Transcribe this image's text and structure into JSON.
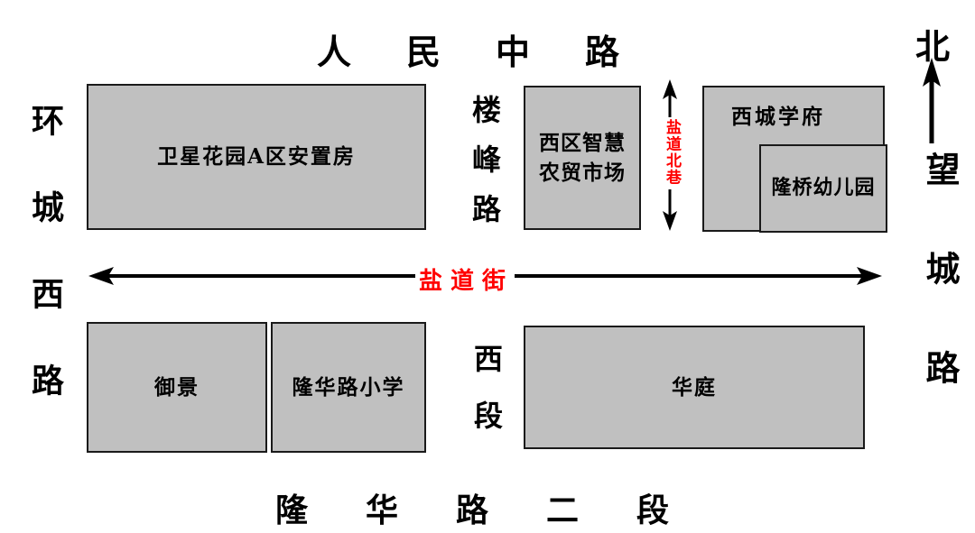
{
  "compass": {
    "north_label": "北"
  },
  "roads": {
    "renmin_middle_road": "人民中路",
    "huancheng_west_road": "环城西路",
    "wangcheng_road": "望城路",
    "loufeng_road": "楼峰路",
    "west_section": "西段",
    "yandao_street": "盐道街",
    "yandao_north_lane": "盐道北巷",
    "longhua_road_section2": "隆华路二段"
  },
  "buildings": {
    "weixing_resettlement": "卫星花园A区安置房",
    "smart_market": "西区智慧农贸市场",
    "xicheng_xuefu": "西城学府",
    "longqiao_kindergarten": "隆桥幼儿园",
    "yujing": "御景",
    "longhua_primary_school": "隆华路小学",
    "huating": "华庭"
  },
  "colors": {
    "background": "#ffffff",
    "building_fill": "#c0c0c0",
    "building_border": "#1a1a1a",
    "road_label": "#000000",
    "highlight_red": "#ff0000"
  }
}
